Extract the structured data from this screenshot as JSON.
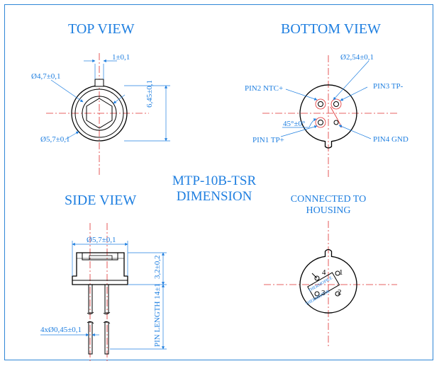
{
  "views": {
    "top": "TOP VIEW",
    "bottom": "BOTTOM VIEW",
    "side": "SIDE VIEW",
    "connected_line1": "CONNECTED TO",
    "connected_line2": "HOUSING"
  },
  "title": {
    "line1": "MTP-10B-TSR",
    "line2": "DIMENSION"
  },
  "top_dims": {
    "tab": "1±0,1",
    "inner_dia": "Ø4,7±0,1",
    "outer_dia": "Ø5,7±0,1",
    "height": "6,45±0,1"
  },
  "bottom_dims": {
    "pitch": "Ø2,54±0,1",
    "pin2": "PIN2 NTC+",
    "pin3": "PIN3 TP-",
    "angle": "45°±0°",
    "pin1": "PIN1 TP+",
    "pin4": "PIN4 GND"
  },
  "side_dims": {
    "body_dia": "Ø5,7±0,1",
    "body_height": "3,2±0,2",
    "pin_length": "PIN LENGTH 14±1",
    "pin_dia": "4xØ0,45±0,1"
  },
  "housing": {
    "p1": "1",
    "p2": "2",
    "p3": "3",
    "p4": "4",
    "label_a": "THERMOPILE",
    "label_b": "THERMISTOR"
  },
  "colors": {
    "line": "#000000",
    "center": "#e03030",
    "dim": "#1f7fe0",
    "frame": "#2f86d6"
  }
}
